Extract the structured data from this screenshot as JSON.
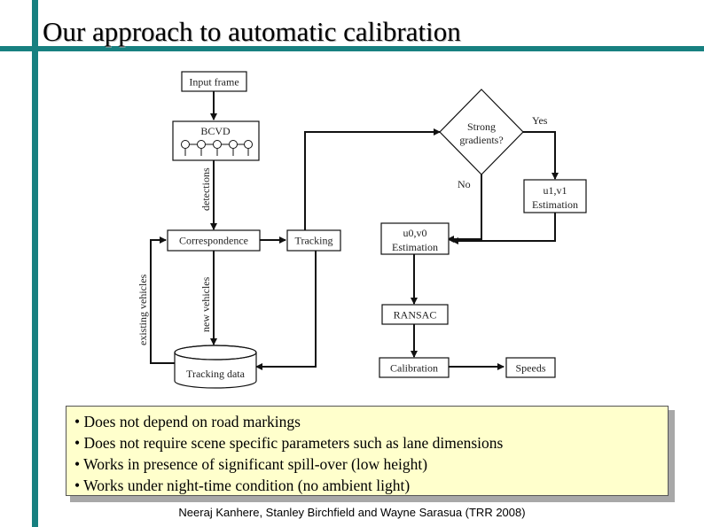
{
  "slide": {
    "title": "Our approach to automatic calibration",
    "bullets": [
      "• Does not depend on road markings",
      "• Does not require scene specific parameters such as lane dimensions",
      "• Works in presence of significant spill-over (low height)",
      "• Works under night-time condition (no ambient light)"
    ],
    "citation": "Neeraj Kanhere, Stanley Birchfield and Wayne Sarasua (TRR 2008)"
  },
  "diagram": {
    "input_frame": "Input frame",
    "bcvd": "BCVD",
    "correspondence": "Correspondence",
    "tracking": "Tracking",
    "tracking_data": "Tracking data",
    "decision_line1": "Strong",
    "decision_line2": "gradients?",
    "yes": "Yes",
    "no": "No",
    "u0v0_line1": "u0,v0",
    "u0v0_line2": "Estimation",
    "u1v1_line1": "u1,v1",
    "u1v1_line2": "Estimation",
    "ransac": "RANSAC",
    "calibration": "Calibration",
    "speeds": "Speeds",
    "label_detections": "detections",
    "label_new_vehicles": "new vehicles",
    "label_existing_vehicles": "existing vehicles"
  }
}
